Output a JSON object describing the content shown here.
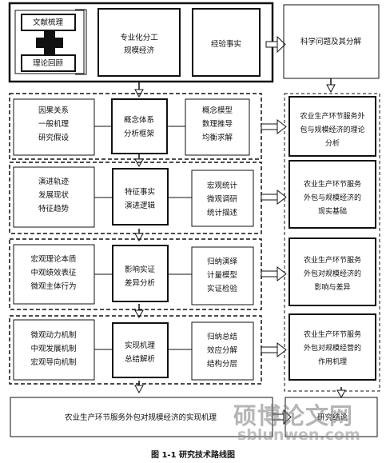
{
  "caption": "图 1-1  研究技术路线图",
  "watermark": {
    "cn": "硕博论文网",
    "url": "sblunwen.com"
  },
  "top": {
    "review": [
      "文献梳理",
      "理论回顾"
    ],
    "specialization": [
      "专业化分工",
      "规模经济"
    ],
    "fact": [
      "经验事实"
    ],
    "science": [
      "科学问题及其分解"
    ]
  },
  "rows": [
    {
      "left": [
        "因果关系",
        "一般机理",
        "研究假设"
      ],
      "center": [
        "概念体系",
        "分析框架"
      ],
      "right": [
        "概念模型",
        "数理推导",
        "均衡求解"
      ],
      "side": [
        "农业生产环节服务外",
        "包与规模经济的理论",
        "分析"
      ]
    },
    {
      "left": [
        "演进轨迹",
        "发展现状",
        "特征趋势"
      ],
      "center": [
        "特征事实",
        "演进逻辑"
      ],
      "right": [
        "宏观统计",
        "微观调研",
        "统计描述"
      ],
      "side": [
        "农业生产环节服务",
        "外包与规模经济的",
        "现实基础"
      ]
    },
    {
      "left": [
        "宏观理论本质",
        "中观绩效表征",
        "微观主体行为"
      ],
      "center": [
        "影响实证",
        "差异分析"
      ],
      "right": [
        "归纳演绎",
        "计量模型",
        "实证检验"
      ],
      "side": [
        "农业生产环节服务",
        "外包对规模经济的",
        "影响与差异"
      ]
    },
    {
      "left": [
        "微观动力机制",
        "中观发展机制",
        "宏观导向机制"
      ],
      "center": [
        "实现机理",
        "总结解析"
      ],
      "right": [
        "归纳总结",
        "效应分解",
        "结构分层"
      ],
      "side": [
        "农业生产环节服务",
        "外包对规模经营的",
        "作用机理"
      ]
    }
  ],
  "bottom": {
    "main": "农业生产环节服务外包对规模经济的实现机理",
    "side": "研究结论"
  }
}
